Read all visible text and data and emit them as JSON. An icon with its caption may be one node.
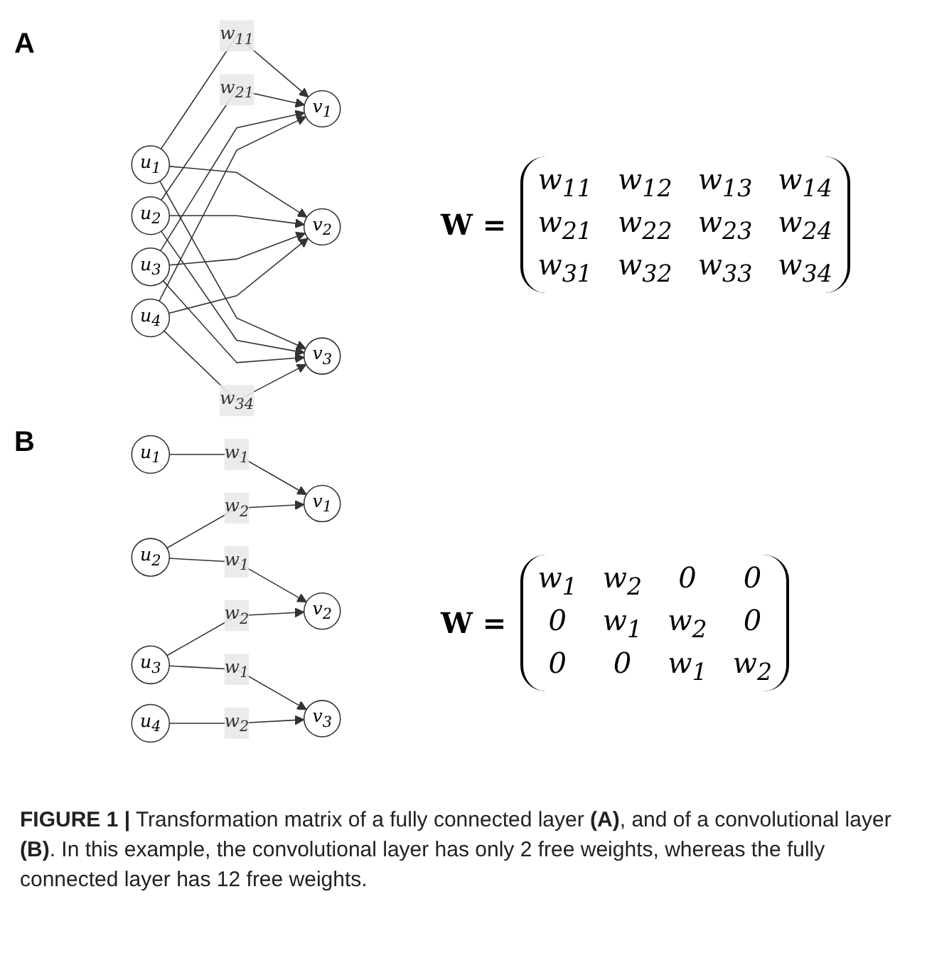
{
  "diagram": {
    "caption": "**FIGURE 1 |** Transformation matrix of a fully connected layer **(A)**, and of a convolutional layer **(B)**. In this example, the convolutional layer has only 2 free weights, whereas the fully connected layer has 12 free weights.",
    "nodes": [
      {
        "text": [
          "u$_{1}$"
        ]
      },
      {
        "text": [
          "u$_{2}$"
        ]
      },
      {
        "text": [
          "u$_{3}$"
        ]
      },
      {
        "text": [
          "u$_{4}$"
        ]
      },
      {
        "text": [
          "v$_{1}$"
        ]
      },
      {
        "text": [
          "v$_{2}$"
        ]
      },
      {
        "text": [
          "v$_{3}$"
        ]
      },
      {
        "text": [
          "u$_{1}$"
        ]
      },
      {
        "text": [
          "u$_{2}$"
        ]
      },
      {
        "text": [
          "u$_{3}$"
        ]
      },
      {
        "text": [
          "u$_{4}$"
        ]
      },
      {
        "text": [
          "v$_{1}$"
        ]
      },
      {
        "text": [
          "v$_{2}$"
        ]
      },
      {
        "text": [
          "v$_{3}$"
        ]
      }
    ],
    "edges": [
      {
        "from": 0,
        "to": 4,
        "arrow": "to",
        "label": "w$_{11}$"
      },
      {
        "from": 0,
        "to": 5,
        "arrow": "to"
      },
      {
        "from": 0,
        "to": 6,
        "arrow": "to"
      },
      {
        "from": 1,
        "to": 4,
        "arrow": "to",
        "label": "w$_{21}$"
      },
      {
        "from": 1,
        "to": 5,
        "arrow": "to"
      },
      {
        "from": 1,
        "to": 6,
        "arrow": "to"
      },
      {
        "from": 2,
        "to": 4,
        "arrow": "to"
      },
      {
        "from": 2,
        "to": 5,
        "arrow": "to"
      },
      {
        "from": 2,
        "to": 6,
        "arrow": "to"
      },
      {
        "from": 3,
        "to": 4,
        "arrow": "to"
      },
      {
        "from": 3,
        "to": 5,
        "arrow": "to"
      },
      {
        "from": 3,
        "to": 6,
        "arrow": "to",
        "label": "w$_{34}$"
      },
      {
        "from": 7,
        "to": 11,
        "arrow": "to",
        "label": "w$_{1}$"
      },
      {
        "from": 8,
        "to": 11,
        "arrow": "to",
        "label": "w$_{2}$"
      },
      {
        "from": 8,
        "to": 12,
        "arrow": "to",
        "label": "w$_{1}$"
      },
      {
        "from": 9,
        "to": 12,
        "arrow": "to",
        "label": "w$_{2}$"
      },
      {
        "from": 9,
        "to": 13,
        "arrow": "to",
        "label": "w$_{1}$"
      },
      {
        "from": 10,
        "to": 13,
        "arrow": "to",
        "label": "w$_{2}$"
      }
    ],
    "labels": [
      "A",
      "W =",
      "w$_{11}$",
      "w$_{12}$",
      "w$_{13}$",
      "w$_{14}$",
      "w$_{21}$",
      "w$_{22}$",
      "w$_{23}$",
      "w$_{24}$",
      "w$_{31}$",
      "w$_{32}$",
      "w$_{33}$",
      "w$_{34}$",
      "B",
      "W =",
      "w$_{1}$",
      "w$_{2}$",
      "0",
      "0",
      "0",
      "w$_{1}$",
      "w$_{2}$",
      "0",
      "0",
      "0",
      "w$_{1}$",
      "w$_{2}$"
    ]
  }
}
